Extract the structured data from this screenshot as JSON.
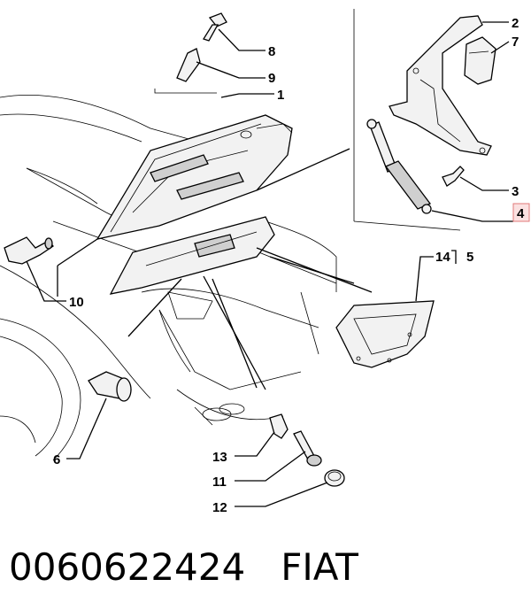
{
  "diagram": {
    "callouts": [
      {
        "id": "c1",
        "label": "1"
      },
      {
        "id": "c2",
        "label": "2"
      },
      {
        "id": "c3",
        "label": "3"
      },
      {
        "id": "c4",
        "label": "4"
      },
      {
        "id": "c5",
        "label": "5"
      },
      {
        "id": "c6",
        "label": "6"
      },
      {
        "id": "c7",
        "label": "7"
      },
      {
        "id": "c8",
        "label": "8"
      },
      {
        "id": "c9",
        "label": "9"
      },
      {
        "id": "c10",
        "label": "10"
      },
      {
        "id": "c11",
        "label": "11"
      },
      {
        "id": "c12",
        "label": "12"
      },
      {
        "id": "c13",
        "label": "13"
      },
      {
        "id": "c14",
        "label": "14"
      }
    ],
    "highlighted_callout": "4",
    "highlight_color": "#fbe1e1"
  },
  "footer": {
    "part_number": "0060622424",
    "brand": "FIAT"
  }
}
